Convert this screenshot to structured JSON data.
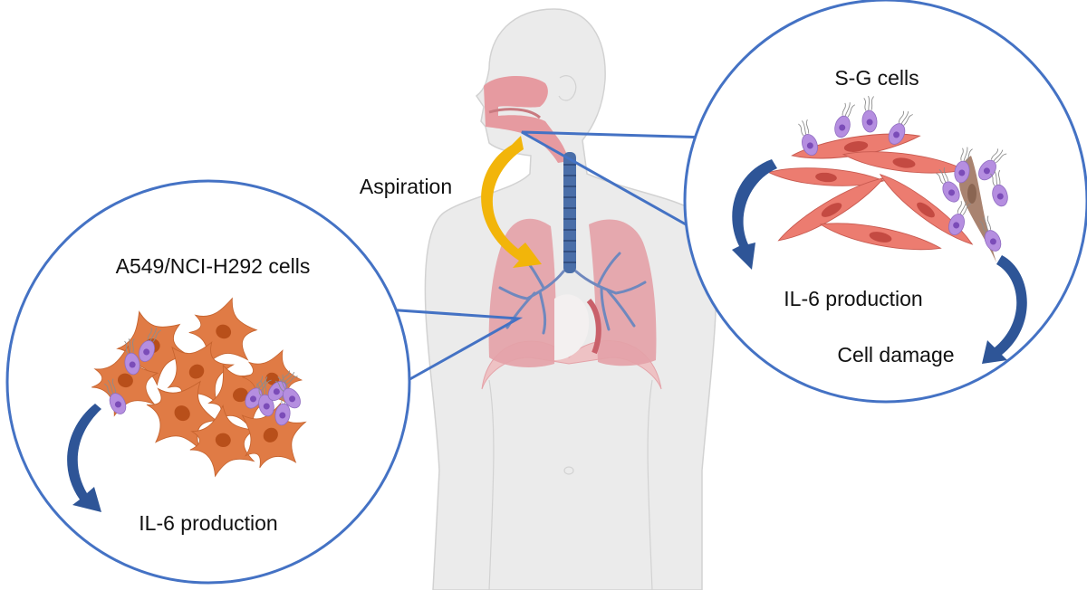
{
  "labels": {
    "aspiration": "Aspiration",
    "left_title": "A549/NCI-H292 cells",
    "left_result": "IL-6 production",
    "right_title": "S-G cells",
    "right_result": "IL-6 production",
    "right_damage": "Cell damage"
  },
  "colors": {
    "circle_stroke": "#4472c4",
    "body_fill": "#ebebeb",
    "body_stroke": "#d2d2d2",
    "lung_fill": "#e4a2a8",
    "airway_fill": "#e69aa0",
    "trachea_fill": "#4a6ea8",
    "bronchi_stroke": "#6f88be",
    "diaphragm_fill": "#eec2c4",
    "aspiration_arrow": "#f2b50a",
    "cycle_arrow": "#2e5597",
    "epithelial_cell": "#e07b45",
    "epithelial_nucleus": "#b84f1a",
    "gingival_cell": "#ec7c70",
    "gingival_nucleus": "#c44a42",
    "damaged_cell": "#a98370",
    "bacteria_fill": "#b58ee0",
    "bacteria_nucleus": "#7b4cb8"
  },
  "icons": [
    "human-torso-icon",
    "lungs-icon",
    "trachea-icon",
    "epithelial-cell-icon",
    "gingival-fibroblast-icon",
    "bacteria-icon",
    "curved-arrow-icon"
  ]
}
